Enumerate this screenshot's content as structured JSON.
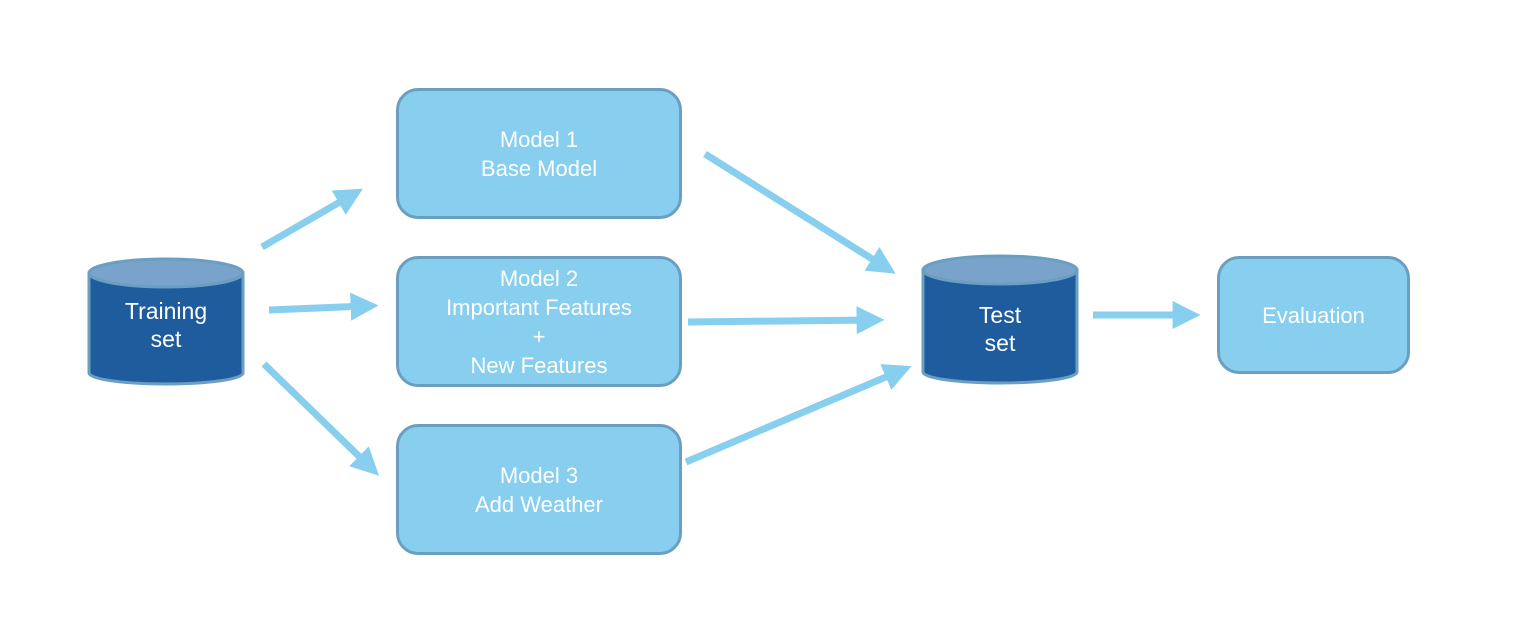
{
  "colors": {
    "box_fill": "#87ceef",
    "box_border": "#6a9fc1",
    "cylinder_body": "#1f5c9e",
    "cylinder_top": "#7aa3cc",
    "cylinder_border": "#6a9fc1",
    "arrow": "#87ceef",
    "text": "#ffffff"
  },
  "nodes": {
    "training_set": {
      "line1": "Training",
      "line2": "set"
    },
    "model1": {
      "line1": "Model 1",
      "line2": "Base Model"
    },
    "model2": {
      "line1": "Model 2",
      "line2": "Important Features",
      "line3": "+",
      "line4": "New Features"
    },
    "model3": {
      "line1": "Model 3",
      "line2": "Add Weather"
    },
    "test_set": {
      "line1": "Test",
      "line2": "set"
    },
    "evaluation": {
      "line1": "Evaluation"
    }
  }
}
